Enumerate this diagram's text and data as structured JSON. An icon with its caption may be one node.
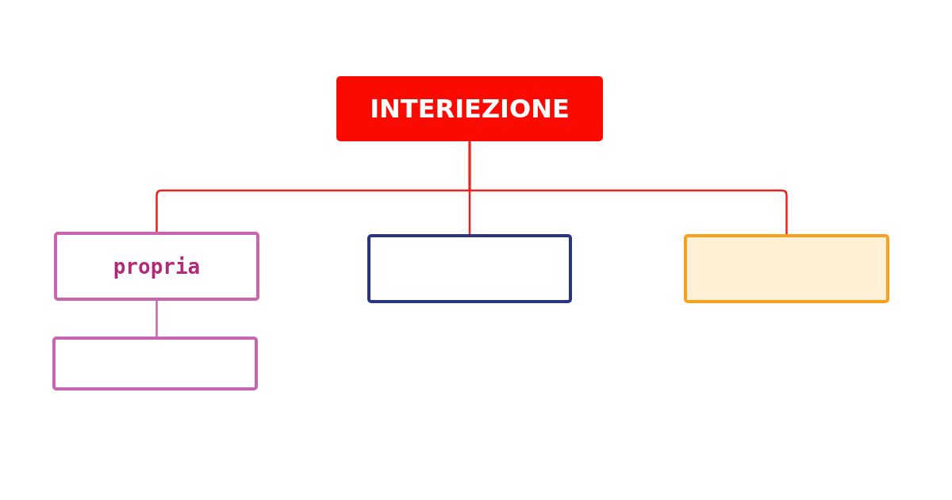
{
  "diagram": {
    "nodes": [
      {
        "text": [
          "INTERIEZIONE"
        ]
      },
      {
        "text": [
          "propria"
        ]
      },
      {
        "text": [],
        "shape": "box"
      },
      {
        "text": [],
        "shape": "box"
      },
      {
        "text": [],
        "shape": "box"
      }
    ],
    "edges": [
      {
        "from": 0,
        "to": 1,
        "arrow": "none"
      },
      {
        "from": 0,
        "to": 2,
        "arrow": "none"
      },
      {
        "from": 0,
        "to": 3,
        "arrow": "none"
      },
      {
        "from": 1,
        "to": 4,
        "arrow": "none",
        "color": "#c965b0"
      }
    ]
  }
}
